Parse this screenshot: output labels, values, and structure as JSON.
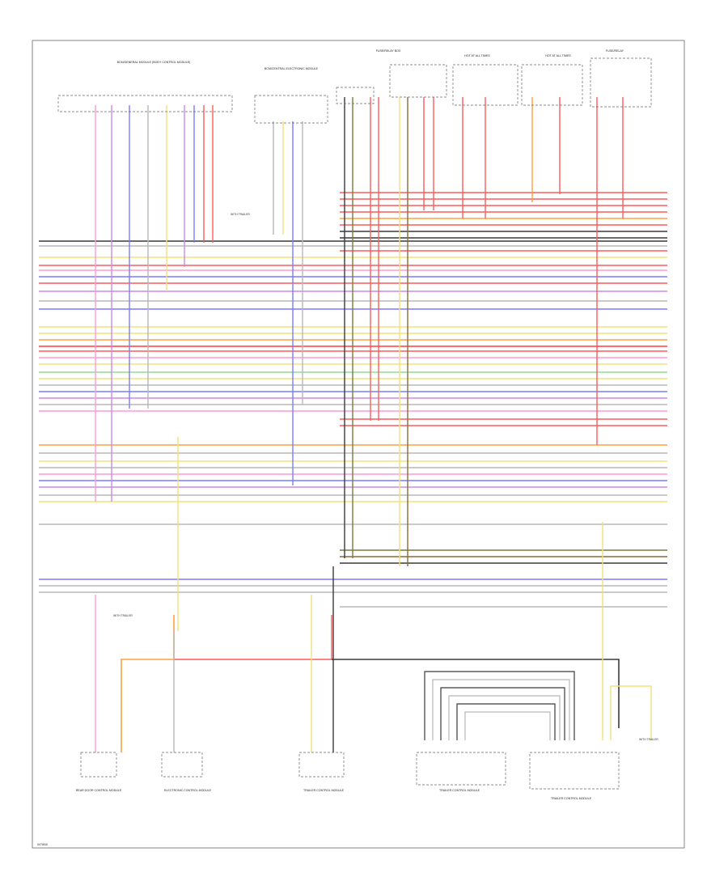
{
  "diagram": {
    "footer_code": "W7858",
    "top_labels": [
      "BCM/GENERAL MODULE (BODY CONTROL MODULE)",
      "BCM/CENTRAL ELECTRONIC MODULE",
      "FUSE/RELAY BOX",
      "HOT AT ALL TIMES",
      "HOT AT ALL TIMES",
      "FUSE/RELAY"
    ],
    "bottom_labels": [
      "REAR DOOR CONTROL MODULE",
      "ELECTRONIC CONTROL MODULE",
      "TRAILER CONTROL MODULE",
      "TRAILER CONTROL MODULE",
      "TRAILER CONTROL MODULE"
    ],
    "side_notes": [
      "WITH TRAILER",
      "WITH TRAILER",
      "WITH TRAILER"
    ],
    "wire_colors": {
      "black": "#3a3a3a",
      "red": "#ff5a5a",
      "pink": "#ff9ad8",
      "blue": "#7a7aff",
      "yellow": "#f2e27a",
      "green": "#8ee08e",
      "orange": "#ffa040",
      "violet": "#cc88ee",
      "gray": "#b8b8b8",
      "olive": "#7a7a40",
      "brown": "#8a6a3a"
    }
  }
}
